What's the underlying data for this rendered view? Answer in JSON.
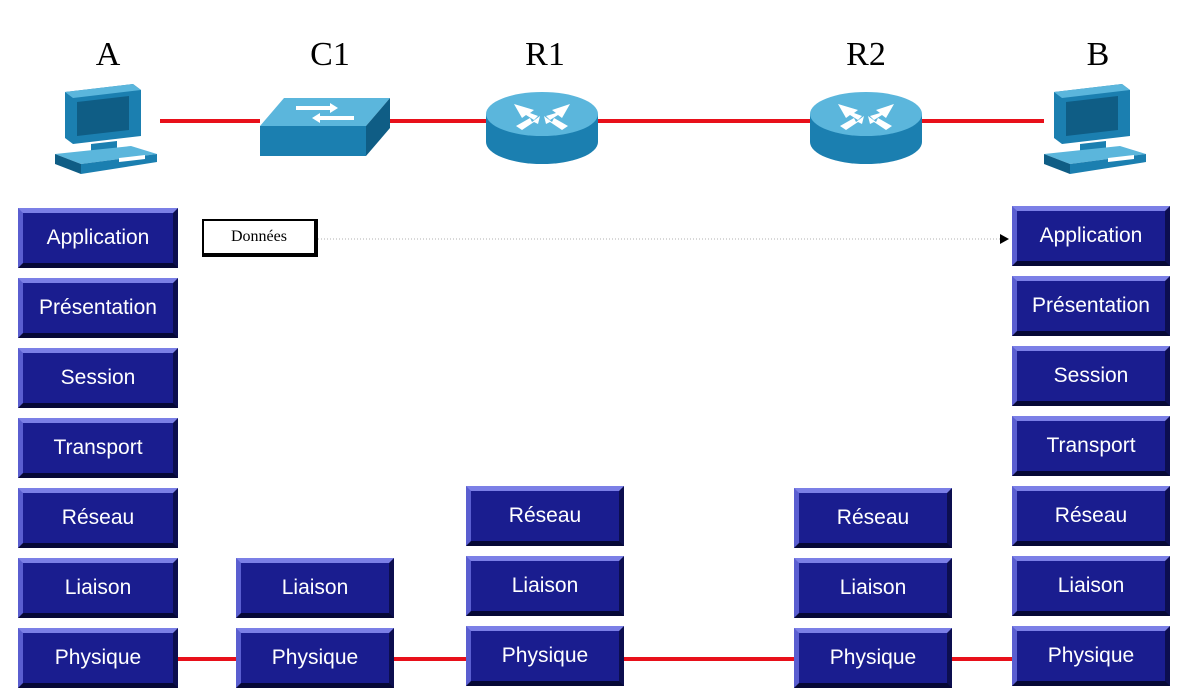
{
  "nodes": {
    "a": "A",
    "c1": "C1",
    "r1": "R1",
    "r2": "R2",
    "b": "B"
  },
  "colors": {
    "link": "#e8101a",
    "device": "#1b7fb0",
    "layer_fill": "#1a1d8f"
  },
  "icons": [
    "computer-icon",
    "switch-icon",
    "router-icon"
  ],
  "data_label": "Données",
  "host_a_layers": [
    "Application",
    "Présentation",
    "Session",
    "Transport",
    "Réseau",
    "Liaison",
    "Physique"
  ],
  "switch_c1_layers": [
    "Liaison",
    "Physique"
  ],
  "router_r1_layers": [
    "Réseau",
    "Liaison",
    "Physique"
  ],
  "router_r2_layers": [
    "Réseau",
    "Liaison",
    "Physique"
  ],
  "host_b_layers": [
    "Application",
    "Présentation",
    "Session",
    "Transport",
    "Réseau",
    "Liaison",
    "Physique"
  ]
}
